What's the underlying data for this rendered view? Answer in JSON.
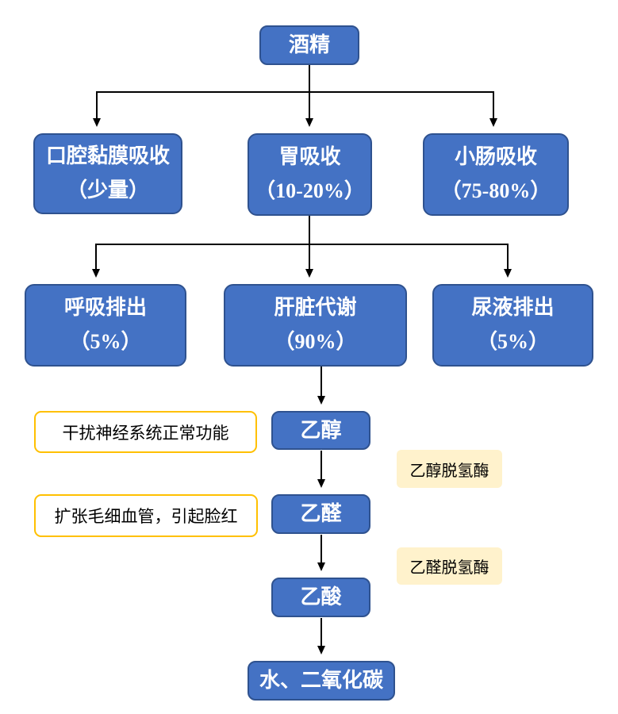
{
  "diagram": {
    "title": "alcohol-metabolism-flowchart",
    "colors": {
      "node_fill": "#4472C4",
      "node_border": "#2F528F",
      "node_text": "#FFFFFF",
      "note_border": "#FFC000",
      "note_fill": "#FFFFFF",
      "enzyme_fill": "#FFF2CC",
      "arrow": "#000000",
      "background": "#FFFFFF"
    },
    "nodes": {
      "alcohol": {
        "label": "酒精"
      },
      "oral": {
        "label": "口腔黏膜吸收\n（少量）"
      },
      "stomach": {
        "label": "胃吸收\n（10-20%）"
      },
      "intestine": {
        "label": "小肠吸收\n（75-80%）"
      },
      "breath": {
        "label": "呼吸排出\n（5%）"
      },
      "liver": {
        "label": "肝脏代谢\n（90%）"
      },
      "urine": {
        "label": "尿液排出\n（5%）"
      },
      "ethanol": {
        "label": "乙醇"
      },
      "acetaldehyde": {
        "label": "乙醛"
      },
      "acetic_acid": {
        "label": "乙酸"
      },
      "water_co2": {
        "label": "水、二氧化碳"
      }
    },
    "notes": {
      "nervous_system": {
        "label": "干扰神经系统正常功能"
      },
      "flushing": {
        "label": "扩张毛细血管，引起脸红"
      }
    },
    "enzymes": {
      "alcohol_dehydrogenase": {
        "label": "乙醇脱氢酶"
      },
      "acetaldehyde_dehydrogenase": {
        "label": "乙醛脱氢酶"
      }
    },
    "edges": [
      {
        "from": "alcohol",
        "to": "oral"
      },
      {
        "from": "alcohol",
        "to": "stomach"
      },
      {
        "from": "alcohol",
        "to": "intestine"
      },
      {
        "from": "stomach",
        "to": "breath"
      },
      {
        "from": "stomach",
        "to": "liver"
      },
      {
        "from": "stomach",
        "to": "urine"
      },
      {
        "from": "liver",
        "to": "ethanol"
      },
      {
        "from": "ethanol",
        "to": "acetaldehyde",
        "via": "乙醇脱氢酶"
      },
      {
        "from": "acetaldehyde",
        "to": "acetic_acid",
        "via": "乙醛脱氢酶"
      },
      {
        "from": "acetic_acid",
        "to": "water_co2"
      }
    ]
  }
}
